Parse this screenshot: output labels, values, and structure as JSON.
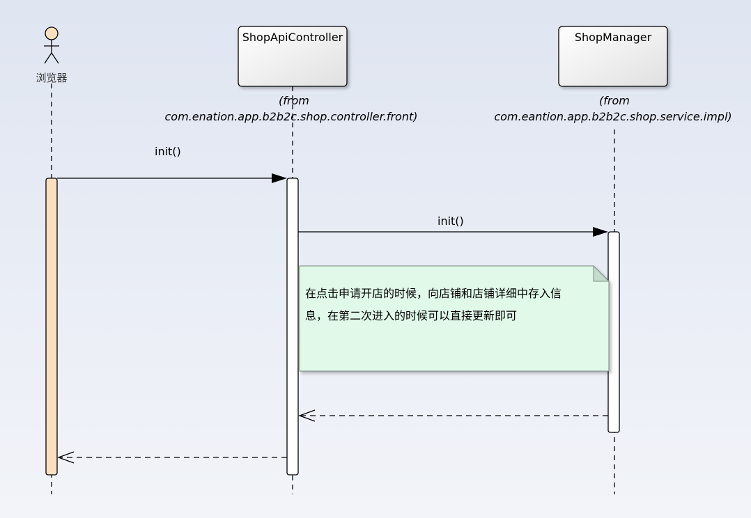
{
  "actor": {
    "name": "浏览器"
  },
  "objects": [
    {
      "name": "ShopApiController",
      "from_label": "(from",
      "package": "com.enation.app.b2b2c.shop.controller.front)"
    },
    {
      "name": "ShopManager",
      "from_label": "(from",
      "package": "com.eantion.app.b2b2c.shop.service.impl)"
    }
  ],
  "messages": [
    {
      "label": "init()",
      "from": "浏览器",
      "to": "ShopApiController",
      "kind": "call"
    },
    {
      "label": "init()",
      "from": "ShopApiController",
      "to": "ShopManager",
      "kind": "call"
    },
    {
      "label": "",
      "from": "ShopManager",
      "to": "ShopApiController",
      "kind": "return"
    },
    {
      "label": "",
      "from": "ShopApiController",
      "to": "浏览器",
      "kind": "return"
    }
  ],
  "note": {
    "line1": "在点击申请开店的时候，向店铺和店铺详细中存入信",
    "line2": "息，在第二次进入的时候可以直接更新即可"
  },
  "colors": {
    "actor_activation": "#fbe0bf",
    "note_fill": "#e0f9e9",
    "note_fold": "#c3dccd",
    "object_fill_top": "#ffffff",
    "object_fill_bottom": "#e2e2e2"
  }
}
